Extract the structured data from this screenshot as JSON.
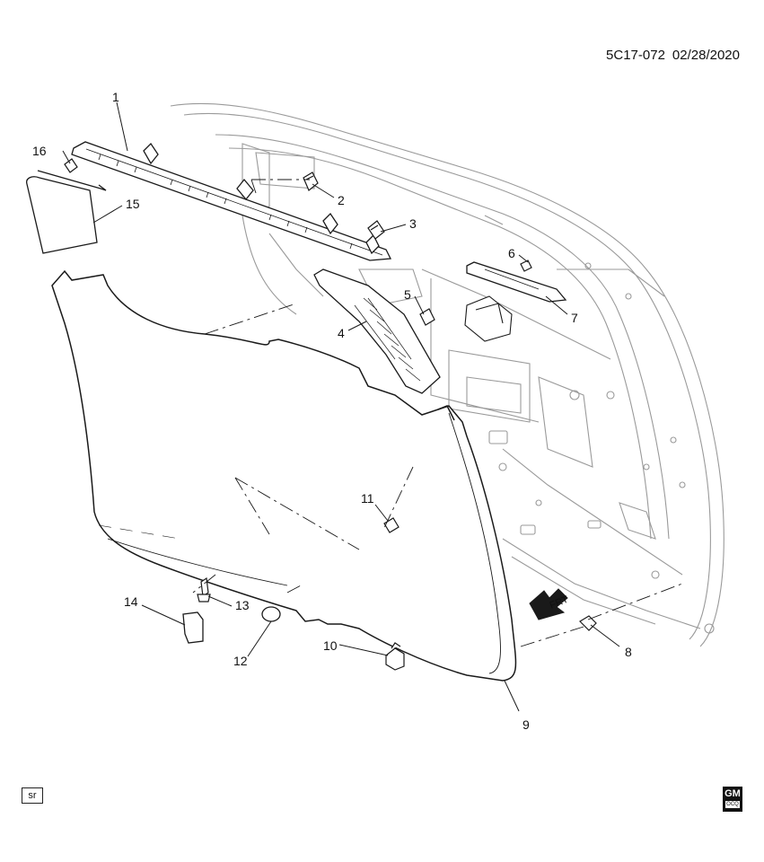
{
  "header": {
    "code": "5C17-072",
    "date": "02/28/2020"
  },
  "callouts": [
    "1",
    "2",
    "3",
    "4",
    "5",
    "6",
    "7",
    "8",
    "9",
    "10",
    "11",
    "12",
    "13",
    "14",
    "15",
    "16"
  ],
  "arrow_label": "FRT",
  "footer": {
    "sr_label": "sr",
    "gm_logo": "GM",
    "gm_logo_sub": "OCQ"
  },
  "colors": {
    "line": "#1a1a1a",
    "ghost_line": "#9a9a9a",
    "part_fill": "#ffffff"
  }
}
